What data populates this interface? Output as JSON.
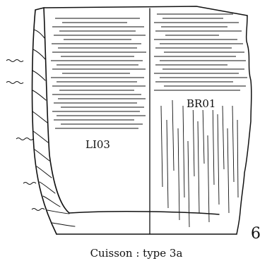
{
  "labels": {
    "zone_left": "LI03",
    "zone_right": "BR01",
    "figure_number": "6",
    "caption": "Cuisson : type 3a"
  }
}
